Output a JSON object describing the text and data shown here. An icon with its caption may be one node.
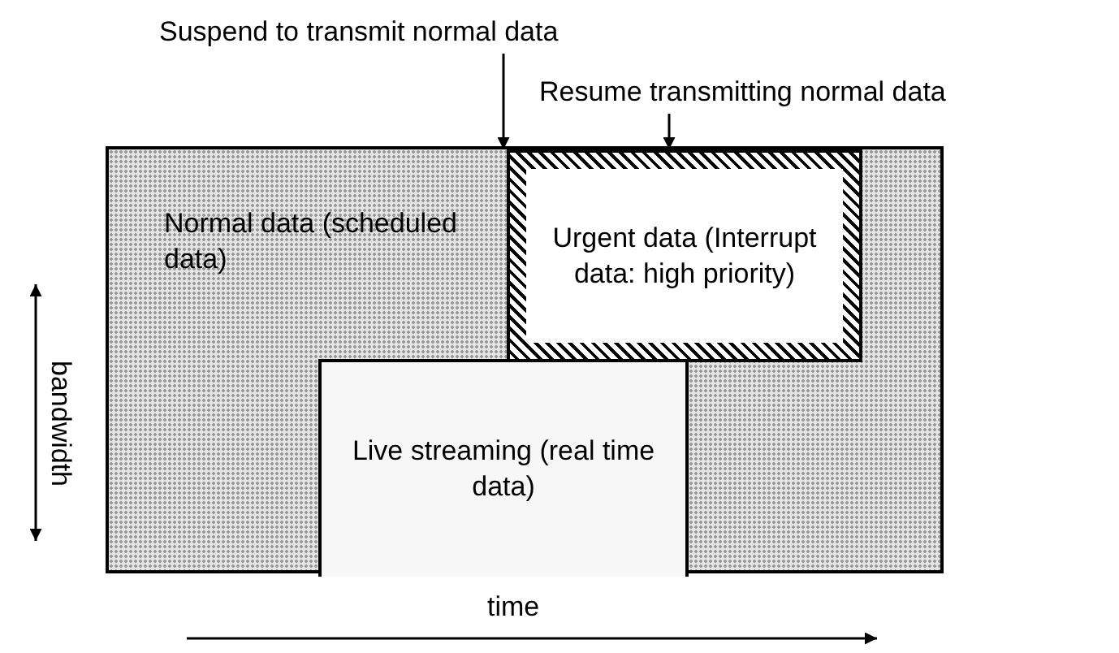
{
  "diagram": {
    "nodes": [
      {
        "text": [
          "Normal data (scheduled data)"
        ]
      },
      {
        "text": [
          "Urgent data (Interrupt data: high priority)"
        ],
        "in": 0
      },
      {
        "text": [
          "Live streaming (real time data)"
        ],
        "in": 0
      },
      {
        "text": [
          "Suspend to transmit normal data"
        ]
      },
      {
        "text": [
          "Resume transmitting normal data"
        ]
      }
    ],
    "edges": [
      {
        "from": 3,
        "to": 1,
        "arrow": "to"
      },
      {
        "from": 4,
        "to": 1,
        "arrow": "to"
      }
    ],
    "labels": [
      "bandwidth",
      "time"
    ]
  }
}
